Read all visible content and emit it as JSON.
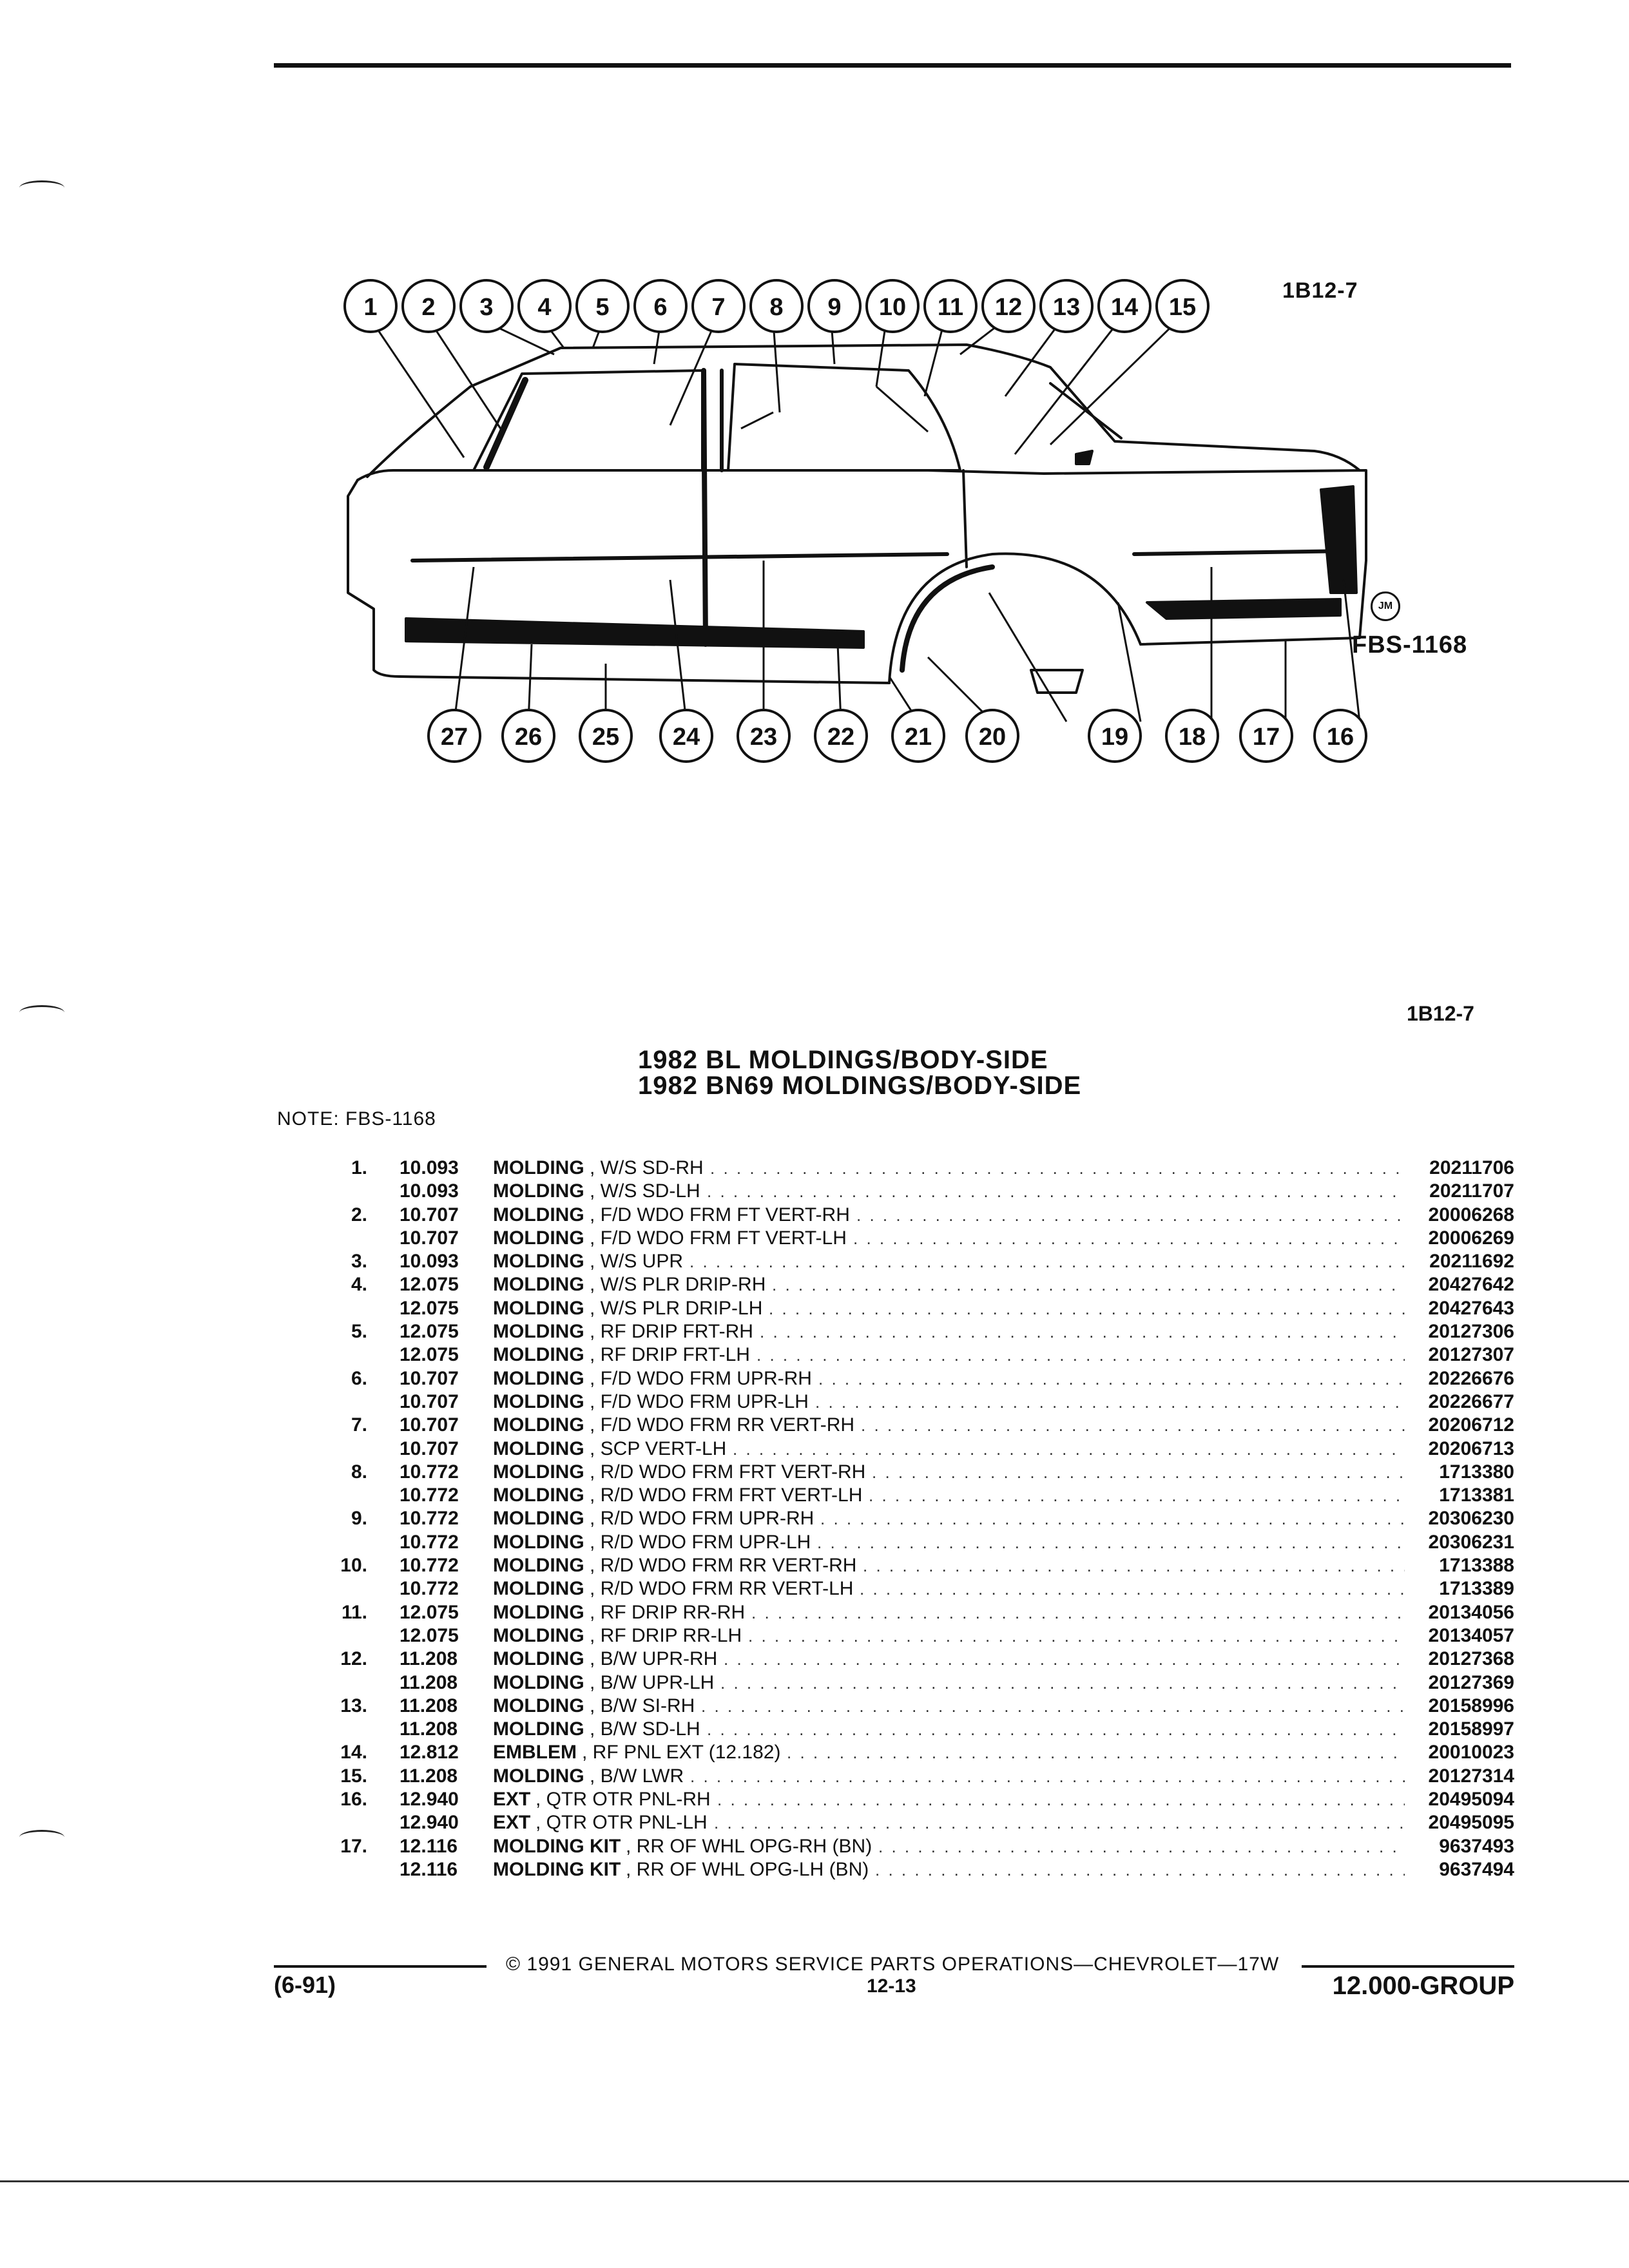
{
  "figure": {
    "code_top": "1B12-7",
    "code_right": "FBS-1168",
    "jm_mark": "JM",
    "callouts": [
      "1",
      "2",
      "3",
      "4",
      "5",
      "6",
      "7",
      "8",
      "9",
      "10",
      "11",
      "12",
      "13",
      "14",
      "15",
      "16",
      "17",
      "18",
      "19",
      "20",
      "21",
      "22",
      "23",
      "24",
      "25",
      "26",
      "27"
    ]
  },
  "section_code": "1B12-7",
  "title": {
    "line1": "1982 BL MOLDINGS/BODY-SIDE",
    "line2": "1982 BN69 MOLDINGS/BODY-SIDE"
  },
  "note": {
    "label": "NOTE:",
    "value": "FBS-1168"
  },
  "parts": [
    {
      "item": "1.",
      "group": "10.093",
      "name": "MOLDING",
      "desc": ", W/S SD-RH",
      "part": "20211706"
    },
    {
      "item": "",
      "group": "10.093",
      "name": "MOLDING",
      "desc": ", W/S SD-LH",
      "part": "20211707"
    },
    {
      "item": "2.",
      "group": "10.707",
      "name": "MOLDING",
      "desc": ", F/D WDO FRM FT VERT-RH",
      "part": "20006268"
    },
    {
      "item": "",
      "group": "10.707",
      "name": "MOLDING",
      "desc": ", F/D WDO FRM FT VERT-LH",
      "part": "20006269"
    },
    {
      "item": "3.",
      "group": "10.093",
      "name": "MOLDING",
      "desc": ", W/S UPR",
      "part": "20211692"
    },
    {
      "item": "4.",
      "group": "12.075",
      "name": "MOLDING",
      "desc": ", W/S PLR DRIP-RH",
      "part": "20427642"
    },
    {
      "item": "",
      "group": "12.075",
      "name": "MOLDING",
      "desc": ", W/S PLR DRIP-LH",
      "part": "20427643"
    },
    {
      "item": "5.",
      "group": "12.075",
      "name": "MOLDING",
      "desc": ", RF DRIP FRT-RH",
      "part": "20127306"
    },
    {
      "item": "",
      "group": "12.075",
      "name": "MOLDING",
      "desc": ", RF DRIP FRT-LH",
      "part": "20127307"
    },
    {
      "item": "6.",
      "group": "10.707",
      "name": "MOLDING",
      "desc": ", F/D WDO FRM UPR-RH",
      "part": "20226676"
    },
    {
      "item": "",
      "group": "10.707",
      "name": "MOLDING",
      "desc": ", F/D WDO FRM UPR-LH",
      "part": "20226677"
    },
    {
      "item": "7.",
      "group": "10.707",
      "name": "MOLDING",
      "desc": ", F/D WDO FRM RR VERT-RH",
      "part": "20206712"
    },
    {
      "item": "",
      "group": "10.707",
      "name": "MOLDING",
      "desc": ", SCP VERT-LH",
      "part": "20206713"
    },
    {
      "item": "8.",
      "group": "10.772",
      "name": "MOLDING",
      "desc": ", R/D WDO FRM FRT VERT-RH",
      "part": "1713380"
    },
    {
      "item": "",
      "group": "10.772",
      "name": "MOLDING",
      "desc": ", R/D WDO FRM FRT VERT-LH",
      "part": "1713381"
    },
    {
      "item": "9.",
      "group": "10.772",
      "name": "MOLDING",
      "desc": ", R/D WDO FRM UPR-RH",
      "part": "20306230"
    },
    {
      "item": "",
      "group": "10.772",
      "name": "MOLDING",
      "desc": ", R/D WDO FRM UPR-LH",
      "part": "20306231"
    },
    {
      "item": "10.",
      "group": "10.772",
      "name": "MOLDING",
      "desc": ", R/D WDO FRM RR VERT-RH",
      "part": "1713388"
    },
    {
      "item": "",
      "group": "10.772",
      "name": "MOLDING",
      "desc": ", R/D WDO FRM RR VERT-LH",
      "part": "1713389"
    },
    {
      "item": "11.",
      "group": "12.075",
      "name": "MOLDING",
      "desc": ", RF DRIP RR-RH",
      "part": "20134056"
    },
    {
      "item": "",
      "group": "12.075",
      "name": "MOLDING",
      "desc": ", RF DRIP RR-LH",
      "part": "20134057"
    },
    {
      "item": "12.",
      "group": "11.208",
      "name": "MOLDING",
      "desc": ", B/W UPR-RH",
      "part": "20127368"
    },
    {
      "item": "",
      "group": "11.208",
      "name": "MOLDING",
      "desc": ", B/W UPR-LH",
      "part": "20127369"
    },
    {
      "item": "13.",
      "group": "11.208",
      "name": "MOLDING",
      "desc": ", B/W SI-RH",
      "part": "20158996"
    },
    {
      "item": "",
      "group": "11.208",
      "name": "MOLDING",
      "desc": ", B/W SD-LH",
      "part": "20158997"
    },
    {
      "item": "14.",
      "group": "12.812",
      "name": "EMBLEM",
      "desc": ", RF PNL EXT (12.182)",
      "part": "20010023"
    },
    {
      "item": "15.",
      "group": "11.208",
      "name": "MOLDING",
      "desc": ", B/W LWR",
      "part": "20127314"
    },
    {
      "item": "16.",
      "group": "12.940",
      "name": "EXT",
      "desc": ", QTR OTR PNL-RH",
      "part": "20495094"
    },
    {
      "item": "",
      "group": "12.940",
      "name": "EXT",
      "desc": ", QTR OTR PNL-LH",
      "part": "20495095"
    },
    {
      "item": "17.",
      "group": "12.116",
      "name": "MOLDING KIT",
      "desc": ", RR OF WHL OPG-RH (BN)",
      "part": "9637493"
    },
    {
      "item": "",
      "group": "12.116",
      "name": "MOLDING KIT",
      "desc": ", RR OF WHL OPG-LH (BN)",
      "part": "9637494"
    }
  ],
  "footer": {
    "copyright": "© 1991 GENERAL MOTORS SERVICE PARTS OPERATIONS—CHEVROLET—17W",
    "date": "(6-91)",
    "page": "12-13",
    "group": "12.000-GROUP"
  }
}
